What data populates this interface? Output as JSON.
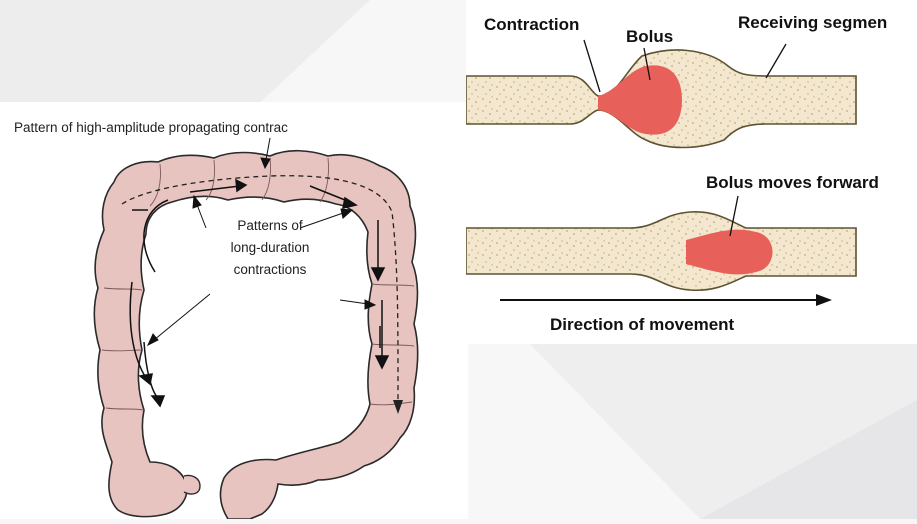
{
  "colon_diagram": {
    "title": "Pattern of high-amplitude propagating contrac",
    "patterns_label": [
      "Patterns of",
      "long-duration",
      "contractions"
    ]
  },
  "peristalsis_diagram": {
    "contraction_label": "Contraction",
    "bolus_label": "Bolus",
    "receiving_label": "Receiving segmen",
    "bolus_moves_label": "Bolus moves forward",
    "direction_label": "Direction of movement"
  },
  "colors": {
    "colon_fill": "#e8c4c0",
    "colon_stroke": "#2a2a2a",
    "intestine_fill": "#f3e7cf",
    "bolus_fill": "#e8605a"
  }
}
